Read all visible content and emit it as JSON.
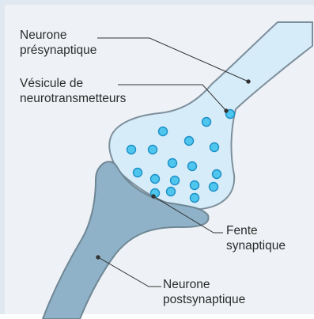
{
  "labels": {
    "presynaptic": {
      "line1": "Neurone",
      "line2": "présynaptique"
    },
    "vesicle": {
      "line1": "Vésicule de",
      "line2": "neurotransmetteurs"
    },
    "cleft": {
      "line1": "Fente",
      "line2": "synaptique"
    },
    "postsynaptic": {
      "line1": "Neurone",
      "line2": "postsynaptique"
    }
  },
  "colors": {
    "presynaptic_fill": "#d6ecf9",
    "postsynaptic_fill": "#8fb2c8",
    "outline": "#7d8f9c",
    "vesicle_fill": "#4fc6ee",
    "vesicle_stroke": "#1c8fc6",
    "background": "#eef2f6"
  }
}
